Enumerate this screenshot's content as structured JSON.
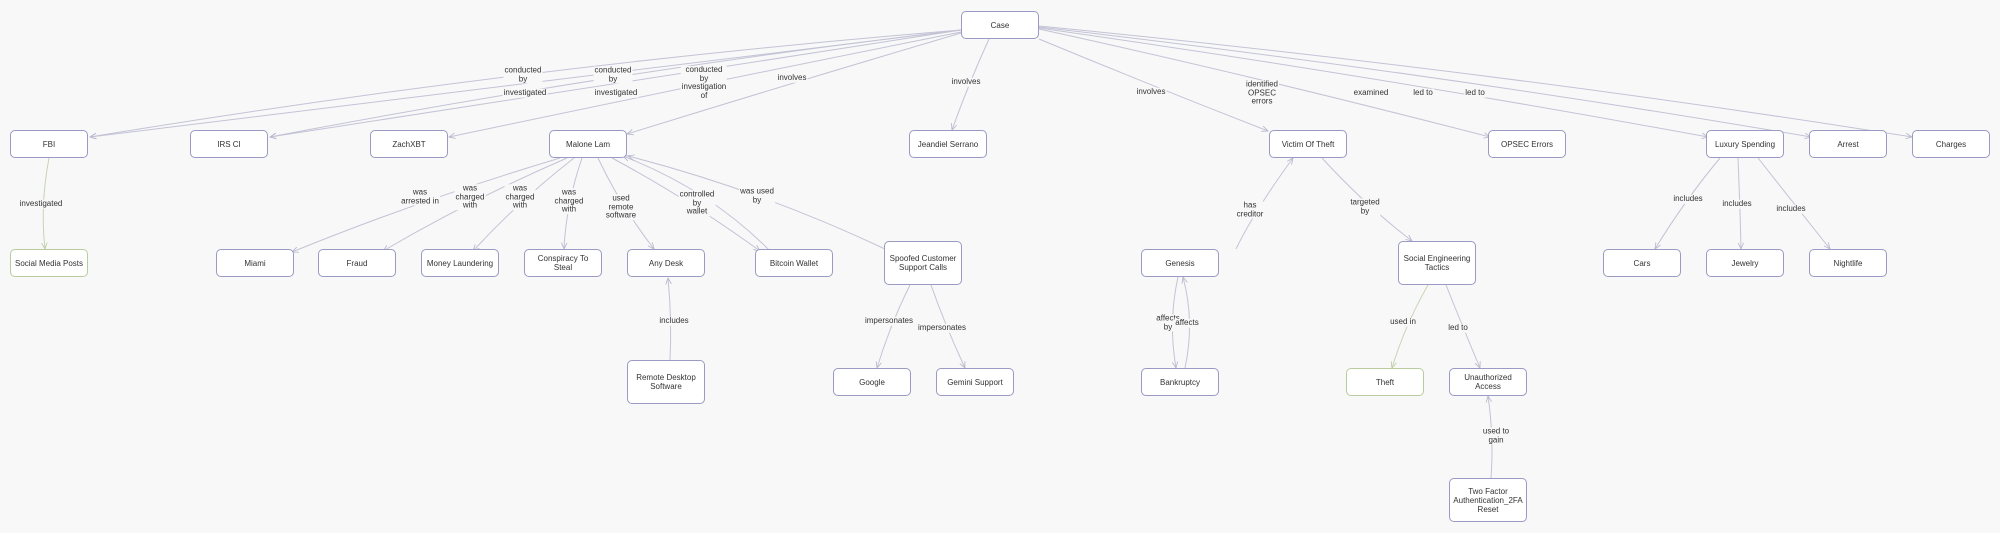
{
  "nodes": [
    {
      "id": "case",
      "label": "Case"
    },
    {
      "id": "fbi",
      "label": "FBI"
    },
    {
      "id": "irs",
      "label": "IRS CI"
    },
    {
      "id": "zachxbt",
      "label": "ZachXBT"
    },
    {
      "id": "malone",
      "label": "Malone Lam"
    },
    {
      "id": "jeandiel",
      "label": "Jeandiel Serrano"
    },
    {
      "id": "victim",
      "label": "Victim Of Theft"
    },
    {
      "id": "opsec",
      "label": "OPSEC Errors"
    },
    {
      "id": "luxury",
      "label": "Luxury Spending"
    },
    {
      "id": "arrest",
      "label": "Arrest"
    },
    {
      "id": "charges",
      "label": "Charges"
    },
    {
      "id": "social",
      "label": "Social Media Posts"
    },
    {
      "id": "miami",
      "label": "Miami"
    },
    {
      "id": "fraud",
      "label": "Fraud"
    },
    {
      "id": "laundering",
      "label": "Money Laundering"
    },
    {
      "id": "conspiracy",
      "label": "Conspiracy To Steal"
    },
    {
      "id": "anydesk",
      "label": "Any Desk"
    },
    {
      "id": "wallet",
      "label": "Bitcoin Wallet"
    },
    {
      "id": "spoofed",
      "label": "Spoofed Customer Support Calls"
    },
    {
      "id": "genesis",
      "label": "Genesis"
    },
    {
      "id": "set",
      "label": "Social Engineering Tactics"
    },
    {
      "id": "cars",
      "label": "Cars"
    },
    {
      "id": "jewelry",
      "label": "Jewelry"
    },
    {
      "id": "nightlife",
      "label": "Nightlife"
    },
    {
      "id": "rds",
      "label": "Remote Desktop Software"
    },
    {
      "id": "google",
      "label": "Google"
    },
    {
      "id": "gemini",
      "label": "Gemini Support"
    },
    {
      "id": "bankruptcy",
      "label": "Bankruptcy"
    },
    {
      "id": "theft",
      "label": "Theft"
    },
    {
      "id": "unauth",
      "label": "Unauthorized Access"
    },
    {
      "id": "tfa",
      "label": "Two Factor Authentication_2FA Reset"
    }
  ],
  "edges": [
    {
      "from": "case",
      "to": "fbi",
      "label": "conducted\nby"
    },
    {
      "from": "case",
      "to": "fbi",
      "label": "investigated"
    },
    {
      "from": "case",
      "to": "irs",
      "label": "conducted\nby"
    },
    {
      "from": "case",
      "to": "irs",
      "label": "investigated"
    },
    {
      "from": "case",
      "to": "zachxbt",
      "label": "conducted\nby\ninvestigation\nof"
    },
    {
      "from": "case",
      "to": "malone",
      "label": "involves"
    },
    {
      "from": "case",
      "to": "jeandiel",
      "label": "involves"
    },
    {
      "from": "case",
      "to": "victim",
      "label": "involves"
    },
    {
      "from": "case",
      "to": "opsec",
      "label": "identified\nOPSEC\nerrors"
    },
    {
      "from": "case",
      "to": "luxury",
      "label": "examined"
    },
    {
      "from": "case",
      "to": "arrest",
      "label": "led to"
    },
    {
      "from": "case",
      "to": "charges",
      "label": "led to"
    },
    {
      "from": "fbi",
      "to": "social",
      "label": "investigated"
    },
    {
      "from": "malone",
      "to": "miami",
      "label": "was\narrested in"
    },
    {
      "from": "malone",
      "to": "fraud",
      "label": "was\ncharged\nwith"
    },
    {
      "from": "malone",
      "to": "laundering",
      "label": "was\ncharged\nwith"
    },
    {
      "from": "malone",
      "to": "conspiracy",
      "label": "was\ncharged\nwith"
    },
    {
      "from": "malone",
      "to": "anydesk",
      "label": "used\nremote\nsoftware"
    },
    {
      "from": "malone",
      "to": "wallet",
      "label": "controlled\nby\nwallet"
    },
    {
      "from": "wallet",
      "to": "malone",
      "label": ""
    },
    {
      "from": "spoofed",
      "to": "malone",
      "label": "was used\nby"
    },
    {
      "from": "rds",
      "to": "anydesk",
      "label": "includes"
    },
    {
      "from": "spoofed",
      "to": "google",
      "label": "impersonates"
    },
    {
      "from": "spoofed",
      "to": "gemini",
      "label": "impersonates"
    },
    {
      "from": "genesis",
      "to": "victim",
      "label": "has\ncreditor"
    },
    {
      "from": "victim",
      "to": "set",
      "label": "targeted\nby"
    },
    {
      "from": "genesis",
      "to": "bankruptcy",
      "label": "affects\nby"
    },
    {
      "from": "bankruptcy",
      "to": "genesis",
      "label": "affects"
    },
    {
      "from": "set",
      "to": "theft",
      "label": "used in"
    },
    {
      "from": "set",
      "to": "unauth",
      "label": "led to"
    },
    {
      "from": "tfa",
      "to": "unauth",
      "label": "used to\ngain"
    },
    {
      "from": "luxury",
      "to": "cars",
      "label": "includes"
    },
    {
      "from": "luxury",
      "to": "jewelry",
      "label": "includes"
    },
    {
      "from": "luxury",
      "to": "nightlife",
      "label": "includes"
    }
  ],
  "colors": {
    "edge": "#c3c3d6",
    "edge_green": "#c6d4b4",
    "node_border": "#9a9ac4",
    "node_border_green": "#b9cc9e",
    "background": "#f8f8f8"
  }
}
